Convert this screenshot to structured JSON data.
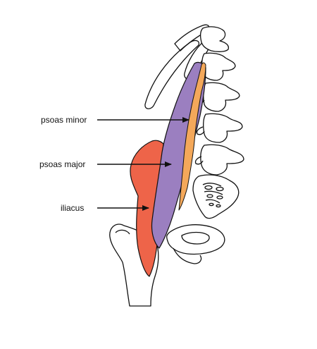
{
  "labels": {
    "psoas_minor": "psoas minor",
    "psoas_major": "psoas major",
    "iliacus": "iliacus"
  },
  "colors": {
    "psoas_minor": "#F4A85A",
    "psoas_major": "#9B7FC0",
    "iliacus": "#EE6449",
    "outline": "#111111",
    "background": "#ffffff"
  }
}
